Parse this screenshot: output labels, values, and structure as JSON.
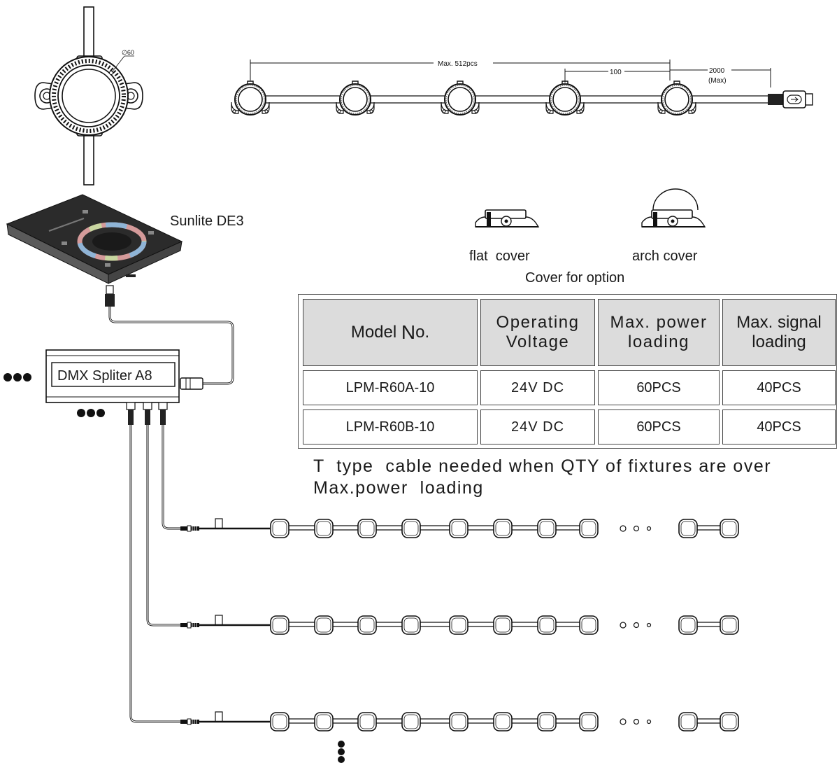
{
  "dimensions": {
    "diameter_label": "∅60",
    "max_count_label": "Max. 512pcs",
    "spacing_label": "100",
    "lead_length_label": "2000",
    "lead_length_note": "(Max)"
  },
  "controller": {
    "name": "Sunlite DE3"
  },
  "splitter": {
    "name": "DMX Spliter A8"
  },
  "covers": {
    "flat_label": "flat  cover",
    "arch_label": "arch cover",
    "caption": "Cover for option"
  },
  "spec_table": {
    "headers": {
      "model_prefix": "Model ",
      "model_n": "N",
      "model_suffix": "o.",
      "voltage_line1": "Operating",
      "voltage_line2": "Voltage",
      "power_line1": "Max. power",
      "power_line2": "loading",
      "signal_line1": "Max. signal",
      "signal_line2": "loading"
    },
    "rows": [
      {
        "model": "LPM-R60A-10",
        "voltage": "24V DC",
        "power": "60PCS",
        "signal": "40PCS"
      },
      {
        "model": "LPM-R60B-10",
        "voltage": "24V DC",
        "power": "60PCS",
        "signal": "40PCS"
      }
    ]
  },
  "note": {
    "line1": "T  type  cable needed when QTY of fixtures are over",
    "line2": "Max.power  loading"
  },
  "icons": {
    "fixture": "round-pixel-fixture-icon",
    "connector": "waterproof-connector-icon",
    "controller": "touch-panel-controller-icon",
    "splitter": "dmx-splitter-box-icon",
    "ellipsis": "ellipsis-dots-icon"
  }
}
